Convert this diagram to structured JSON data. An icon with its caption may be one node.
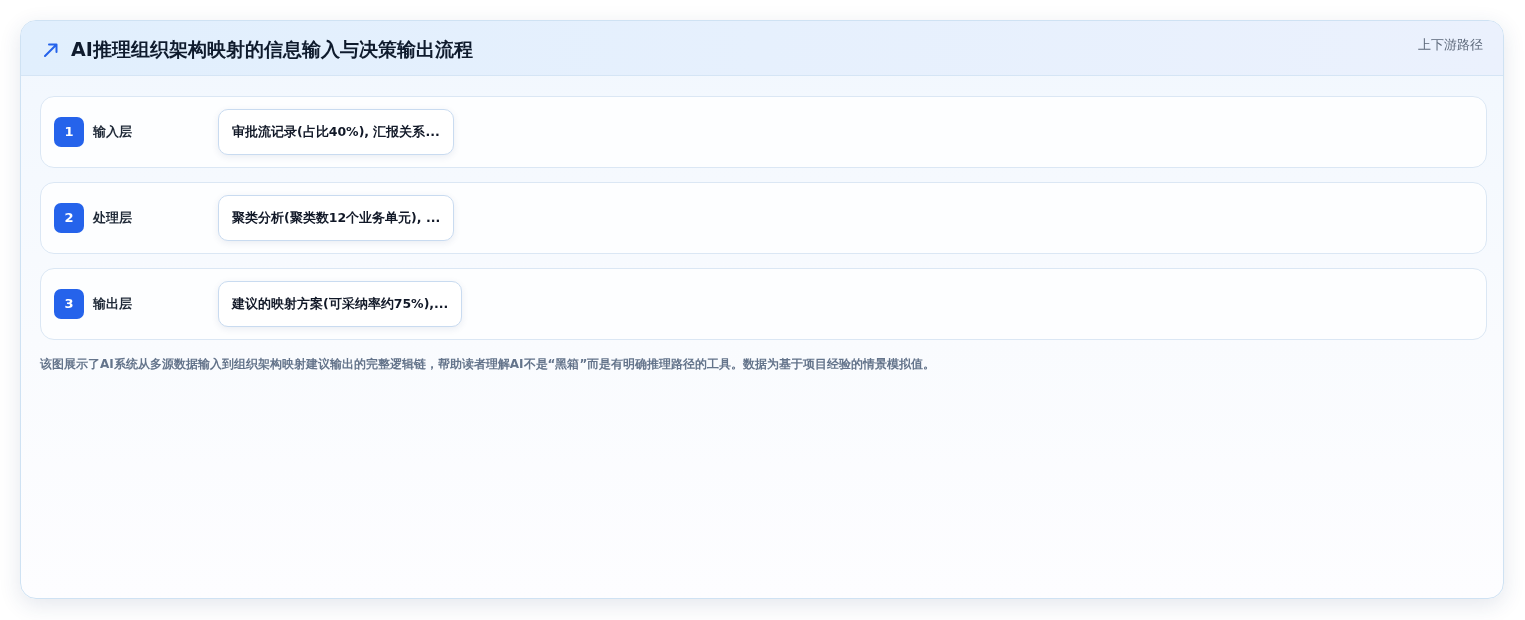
{
  "diagram": {
    "title": "AI推理组织架构映射的信息输入与决策输出流程",
    "caption": "该图展示了AI系统从多源数据输入到组织架构映射建议输出的完整逻辑链，帮助读者理解AI不是“黑箱”而是有明确推理路径的工具。数据为基于项目经验的情景模拟值。",
    "nodes": [
      {
        "text": [
          "输入层"
        ]
      },
      {
        "text": [
          "1"
        ],
        "in": 0
      },
      {
        "text": [
          "审批流记录(占比40%), 汇报关系..."
        ],
        "in": 0
      },
      {
        "text": [
          "处理层"
        ]
      },
      {
        "text": [
          "2"
        ],
        "in": 3
      },
      {
        "text": [
          "聚类分析(聚类数12个业务单元), ..."
        ],
        "in": 3
      },
      {
        "text": [
          "输出层"
        ]
      },
      {
        "text": [
          "3"
        ],
        "in": 6
      },
      {
        "text": [
          "建议的映射方案(可采纳率约75%),..."
        ],
        "in": 6
      }
    ],
    "labels": [
      "上下游路径"
    ]
  }
}
